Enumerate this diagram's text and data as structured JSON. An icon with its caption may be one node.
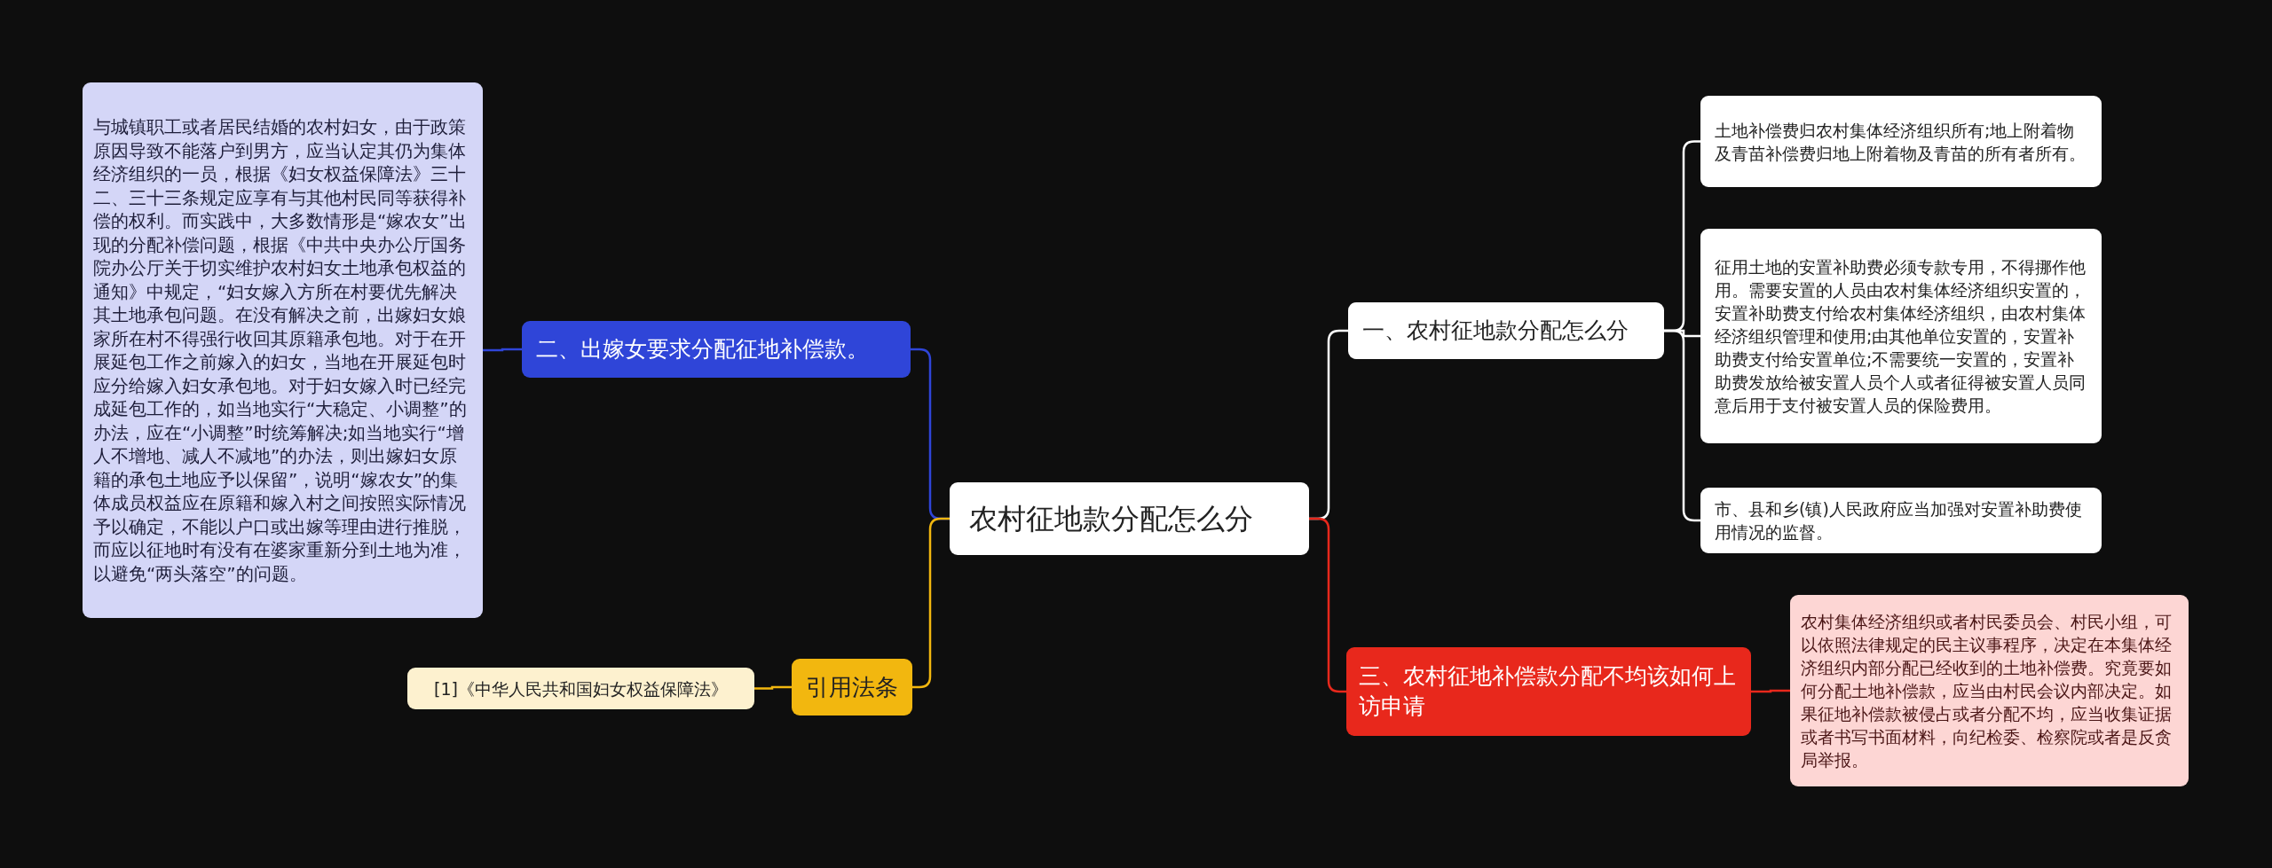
{
  "diagram": {
    "nodes": [
      {
        "text": [
          "农村征地款分配怎么分"
        ]
      },
      {
        "text": [
          "一、农村征地款分配怎么分"
        ]
      },
      {
        "text": [
          "土地补偿费归农村集体经济组织所有;地上附着物及青苗补偿费归地上附着物及青苗的所有者所有。"
        ]
      },
      {
        "text": [
          "征用土地的安置补助费必须专款专用，不得挪作他用。需要安置的人员由农村集体经济组织安置的，安置补助费支付给农村集体经济组织，由农村集体经济组织管理和使用;由其他单位安置的，安置补助费支付给安置单位;不需要统一安置的，安置补助费发放给被安置人员个人或者征得被安置人员同意后用于支付被安置人员的保险费用。"
        ]
      },
      {
        "text": [
          "市、县和乡(镇)人民政府应当加强对安置补助费使用情况的监督。"
        ]
      },
      {
        "text": [
          "二、出嫁女要求分配征地补偿款。"
        ]
      },
      {
        "text": [
          "与城镇职工或者居民结婚的农村妇女，由于政策原因导致不能落户到男方，应当认定其仍为集体经济组织的一员，根据《妇女权益保障法》三十二、三十三条规定应享有与其他村民同等获得补偿的权利。而实践中，大多数情形是“嫁农女”出现的分配补偿问题，根据《中共中央办公厅国务院办公厅关于切实维护农村妇女土地承包权益的通知》中规定，“妇女嫁入方所在村要优先解决其土地承包问题。在没有解决之前，出嫁妇女娘家所在村不得强行收回其原籍承包地。对于在开展延包工作之前嫁入的妇女，当地在开展延包时应分给嫁入妇女承包地。对于妇女嫁入时已经完成延包工作的，如当地实行“大稳定、小调整”的办法，应在“小调整”时统筹解决;如当地实行“增人不增地、减人不减地”的办法，则出嫁妇女原籍的承包土地应予以保留”，说明“嫁农女”的集体成员权益应在原籍和嫁入村之间按照实际情况予以确定，不能以户口或出嫁等理由进行推脱，而应以征地时有没有在婆家重新分到土地为准，以避免“两头落空”的问题。"
        ]
      },
      {
        "text": [
          "三、农村征地补偿款分配不均该如何上访申请"
        ]
      },
      {
        "text": [
          "农村集体经济组织或者村民委员会、村民小组，可以依照法律规定的民主议事程序，决定在本集体经济组织内部分配已经收到的土地补偿费。究竟要如何分配土地补偿款，应当由村民会议内部决定。如果征地补偿款被侵占或者分配不均，应当收集证据或者书写书面材料，向纪检委、检察院或者是反贪局举报。"
        ]
      },
      {
        "text": [
          "引用法条"
        ]
      },
      {
        "text": [
          "[1]《中华人民共和国妇女权益保障法》"
        ]
      }
    ],
    "edges": [
      {
        "from": 0,
        "to": 1,
        "arrow": "none"
      },
      {
        "from": 1,
        "to": 2,
        "arrow": "none"
      },
      {
        "from": 1,
        "to": 3,
        "arrow": "none"
      },
      {
        "from": 1,
        "to": 4,
        "arrow": "none"
      },
      {
        "from": 0,
        "to": 5,
        "arrow": "none",
        "color": "#2f45d8"
      },
      {
        "from": 5,
        "to": 6,
        "arrow": "none",
        "color": "#2f45d8"
      },
      {
        "from": 0,
        "to": 7,
        "arrow": "none",
        "color": "#e8281c"
      },
      {
        "from": 7,
        "to": 8,
        "arrow": "none",
        "color": "#e8281c"
      },
      {
        "from": 0,
        "to": 9,
        "arrow": "none",
        "color": "#f2b70f"
      },
      {
        "from": 9,
        "to": 10,
        "arrow": "none",
        "color": "#f2b70f"
      }
    ]
  }
}
